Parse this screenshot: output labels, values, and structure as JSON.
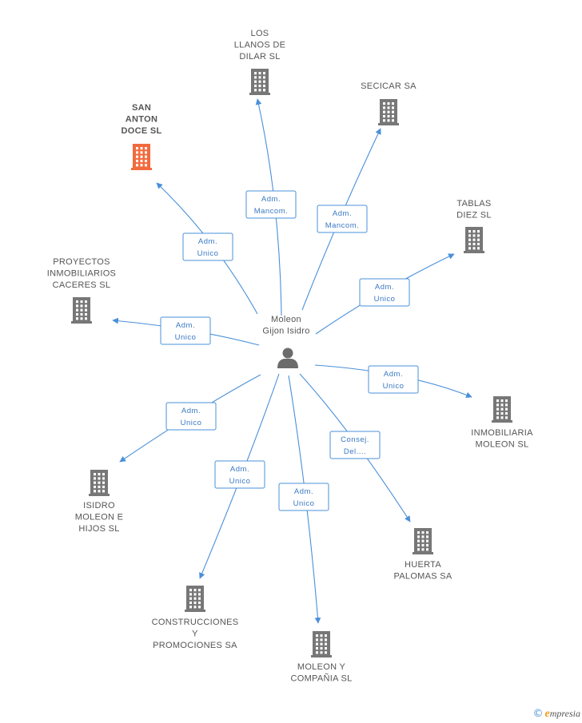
{
  "center": {
    "label_lines": [
      "Moleon",
      "Gijon Isidro"
    ]
  },
  "colors": {
    "edge": "#4a90d9",
    "node": "#777777",
    "highlight": "#f26a3d",
    "person": "#6b6b6b"
  },
  "nodes": [
    {
      "id": "los-llanos",
      "label_lines": [
        "LOS",
        "LLANOS DE",
        "DILAR SL"
      ],
      "highlight": false
    },
    {
      "id": "secicar",
      "label_lines": [
        "SECICAR SA"
      ],
      "highlight": false
    },
    {
      "id": "san-anton",
      "label_lines": [
        "SAN",
        "ANTON",
        "DOCE SL"
      ],
      "highlight": true
    },
    {
      "id": "tablas-diez",
      "label_lines": [
        "TABLAS",
        "DIEZ SL"
      ],
      "highlight": false
    },
    {
      "id": "proyectos",
      "label_lines": [
        "PROYECTOS",
        "INMOBILIARIOS",
        "CACERES SL"
      ],
      "highlight": false
    },
    {
      "id": "inmobiliaria-moleon",
      "label_lines": [
        "INMOBILIARIA",
        "MOLEON SL"
      ],
      "highlight": false
    },
    {
      "id": "isidro-moleon",
      "label_lines": [
        "ISIDRO",
        "MOLEON E",
        "HIJOS SL"
      ],
      "highlight": false
    },
    {
      "id": "huerta-palomas",
      "label_lines": [
        "HUERTA",
        "PALOMAS SA"
      ],
      "highlight": false
    },
    {
      "id": "construcciones",
      "label_lines": [
        "CONSTRUCCIONES",
        "Y",
        "PROMOCIONES SA"
      ],
      "highlight": false
    },
    {
      "id": "moleon-compania",
      "label_lines": [
        "MOLEON Y",
        "COMPAÑIA SL"
      ],
      "highlight": false
    }
  ],
  "edges": [
    {
      "to": "los-llanos",
      "label_lines": [
        "Adm.",
        "Mancom."
      ]
    },
    {
      "to": "secicar",
      "label_lines": [
        "Adm.",
        "Mancom."
      ]
    },
    {
      "to": "san-anton",
      "label_lines": [
        "Adm.",
        "Unico"
      ]
    },
    {
      "to": "tablas-diez",
      "label_lines": [
        "Adm.",
        "Unico"
      ]
    },
    {
      "to": "proyectos",
      "label_lines": [
        "Adm.",
        "Unico"
      ]
    },
    {
      "to": "inmobiliaria-moleon",
      "label_lines": [
        "Adm.",
        "Unico"
      ]
    },
    {
      "to": "isidro-moleon",
      "label_lines": [
        "Adm.",
        "Unico"
      ]
    },
    {
      "to": "huerta-palomas",
      "label_lines": [
        "Consej.",
        "Del...."
      ]
    },
    {
      "to": "construcciones",
      "label_lines": [
        "Adm.",
        "Unico"
      ]
    },
    {
      "to": "moleon-compania",
      "label_lines": [
        "Adm.",
        "Unico"
      ]
    }
  ],
  "footer": {
    "copyright": "©",
    "brand_initial": "e",
    "brand_rest": "mpresia"
  }
}
